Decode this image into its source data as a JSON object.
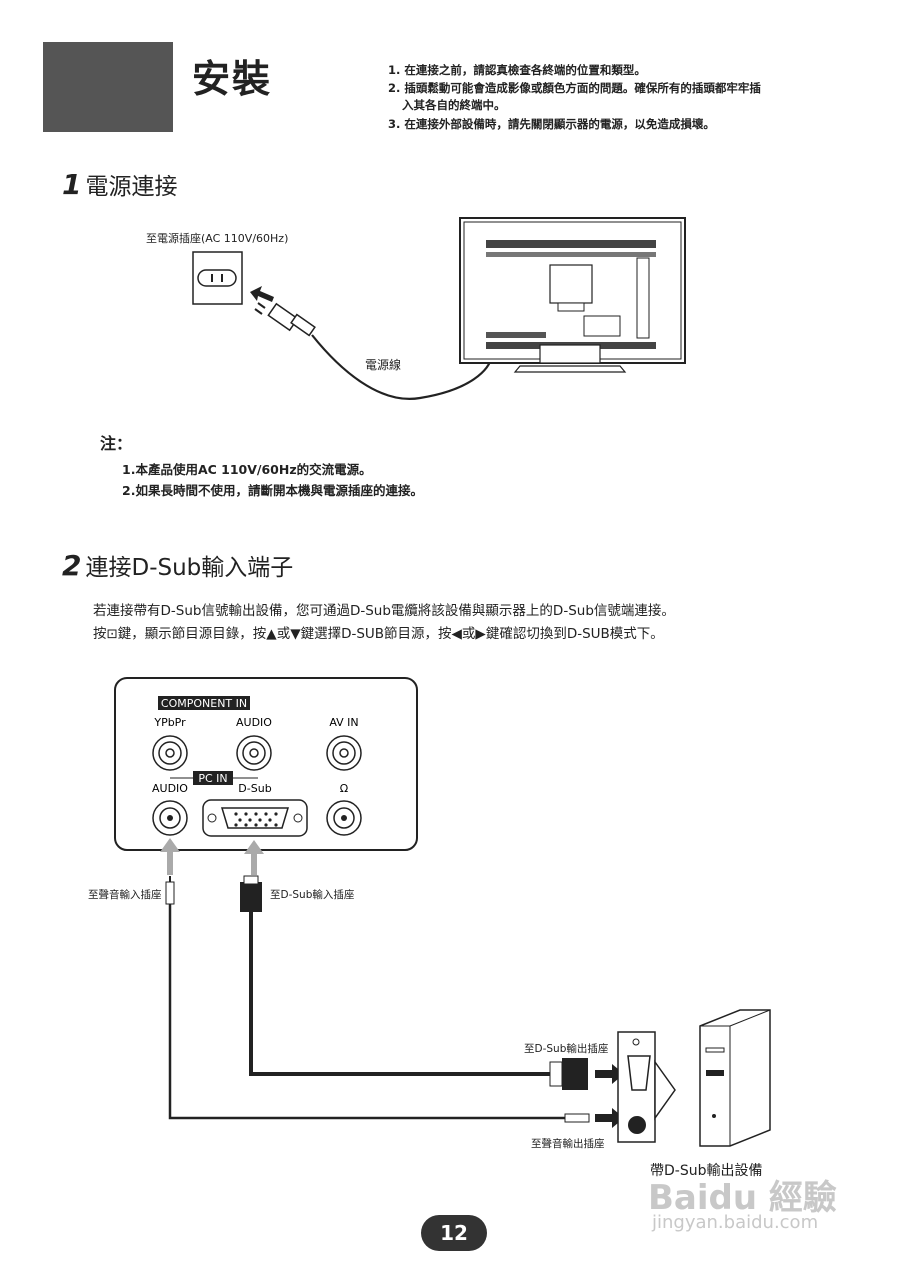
{
  "header": {
    "title": "安裝",
    "notes": [
      "1. 在連接之前，請認真檢查各終端的位置和類型。",
      "2. 插頭鬆動可能會造成影像或顏色方面的問題。確保所有的插頭都牢牢插",
      "入其各自的終端中。",
      "3. 在連接外部設備時，請先關閉顯示器的電源，以免造成損壞。"
    ]
  },
  "section1": {
    "number": "1",
    "title": "電源連接",
    "outlet_label": "至電源插座(AC 110V/60Hz)",
    "cord_label": "電源線",
    "note_title": "注：",
    "notes": [
      "1.本產品使用AC 110V/60Hz的交流電源。",
      "2.如果長時間不使用，請斷開本機與電源插座的連接。"
    ]
  },
  "section2": {
    "number": "2",
    "title": "連接D-Sub輸入端子",
    "line1": "若連接帶有D-Sub信號輸出設備，您可通過D-Sub電纜將該設備與顯示器上的D-Sub信號端連接。",
    "line2": "按⊡鍵，顯示節目源目錄，按▲或▼鍵選擇D-SUB節目源，按◀或▶鍵確認切換到D-SUB模式下。",
    "panel": {
      "component_in": "COMPONENT IN",
      "ypbpr": "YPbPr",
      "audio_top": "AUDIO",
      "av_in": "AV IN",
      "pc_in": "PC IN",
      "audio_bottom": "AUDIO",
      "dsub": "D-Sub",
      "headphone": "Ω"
    },
    "labels": {
      "to_audio_in": "至聲音輸入插座",
      "to_dsub_in": "至D-Sub輸入插座",
      "to_dsub_out": "至D-Sub輸出插座",
      "to_audio_out": "至聲音輸出插座",
      "device": "帶D-Sub輸出設備"
    }
  },
  "footer": {
    "page_number": "12",
    "watermark": "Baidu 經驗",
    "watermark_url": "jingyan.baidu.com"
  }
}
